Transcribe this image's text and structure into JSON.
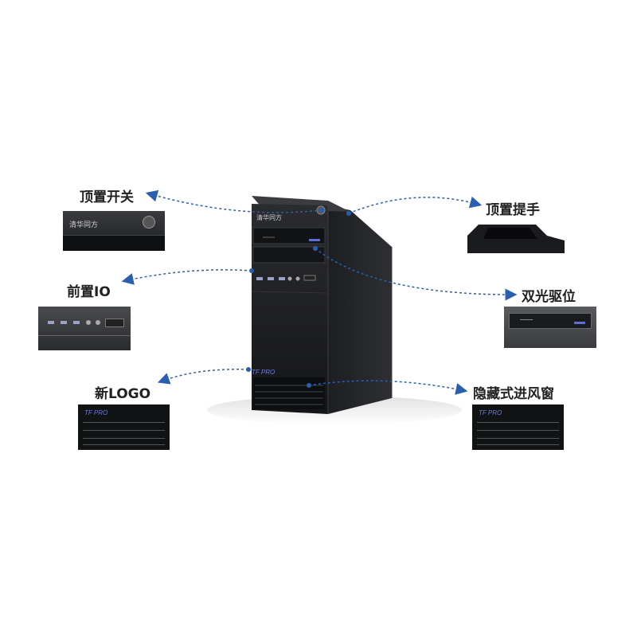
{
  "labels": {
    "top_switch": "顶置开关",
    "top_handle": "顶置提手",
    "front_io": "前置IO",
    "dual_optical_bay": "双光驱位",
    "new_logo": "新LOGO",
    "hidden_vent": "隐藏式进风窗"
  },
  "brand_text": "清华同方",
  "logo_text": "TF PRO",
  "colors": {
    "arrow": "#2a5fb0",
    "case_dark": "#1c1d20",
    "case_side": "#2a2b2e",
    "case_top": "#3a3b3e",
    "accent": "#5a6fd8"
  }
}
